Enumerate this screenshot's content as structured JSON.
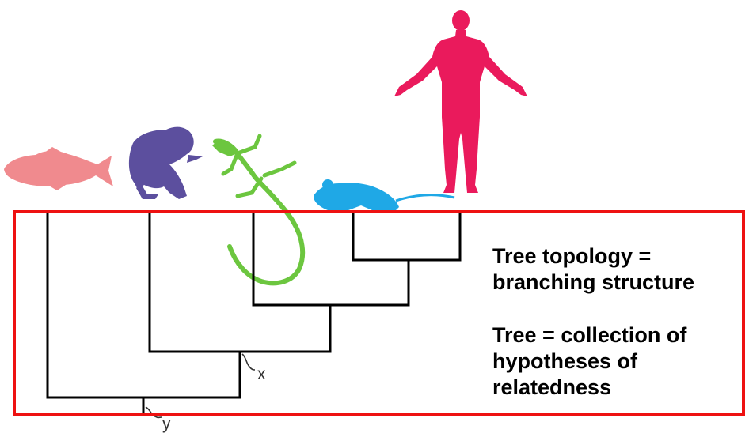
{
  "taxa": [
    {
      "name": "fish",
      "color": "#f08a8e",
      "icon": "fish-silhouette"
    },
    {
      "name": "frog",
      "color": "#5c4f9e",
      "icon": "frog-silhouette"
    },
    {
      "name": "lizard",
      "color": "#6cc63f",
      "icon": "lizard-silhouette"
    },
    {
      "name": "mouse",
      "color": "#1fa8e6",
      "icon": "mouse-silhouette"
    },
    {
      "name": "human",
      "color": "#ea1a5c",
      "icon": "human-silhouette"
    }
  ],
  "node_labels": {
    "x": "x",
    "y": "y"
  },
  "callout": {
    "line1": "Tree topology =",
    "line2": "branching structure",
    "line3": "Tree = collection of",
    "line4": "hypotheses of",
    "line5": "relatedness"
  },
  "colors": {
    "highlight_box": "#ee1111",
    "branches": "#000000"
  }
}
